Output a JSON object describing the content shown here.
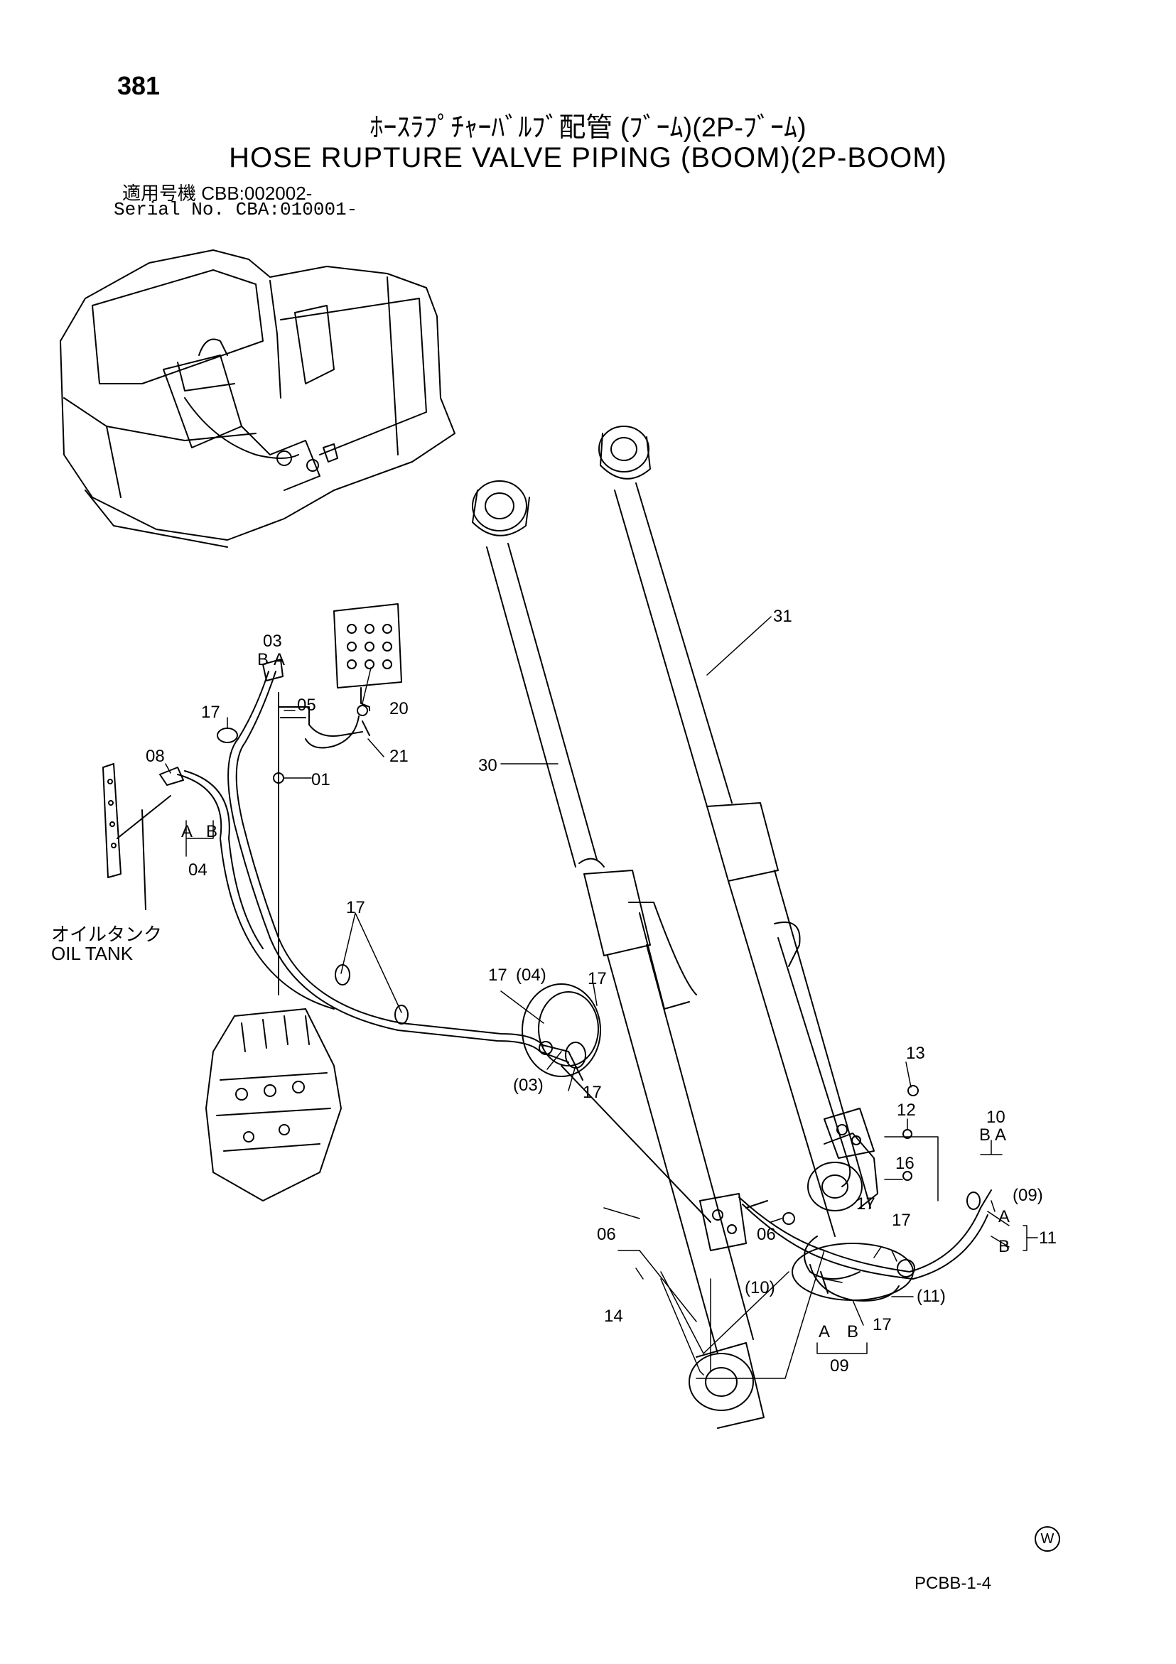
{
  "page_number": "381",
  "title_jp": "ﾎｰｽﾗﾌﾟﾁｬｰﾊﾞﾙﾌﾞ配管 (ﾌﾞｰﾑ)(2P-ﾌﾞｰﾑ)",
  "title_en": "HOSE RUPTURE VALVE PIPING (BOOM)(2P-BOOM)",
  "serial_jp": "適用号機 CBB:002002-",
  "serial_en": "Serial No. CBA:010001-",
  "oil_tank_jp": "オイルタンク",
  "oil_tank_en": "OIL TANK",
  "ref_code": "PCBB-1-4",
  "watermark": "W",
  "labels": {
    "l03": "03",
    "l03_b": "B",
    "l03_a": "A",
    "l05": "05",
    "l20": "20",
    "l21": "21",
    "l01": "01",
    "l17a": "17",
    "l08": "08",
    "l04_a": "A",
    "l04_b": "B",
    "l04": "04",
    "l17b": "17",
    "l30": "30",
    "l31": "31",
    "l17c": "17",
    "l04p": "(04)",
    "l17d": "17",
    "l03p": "(03)",
    "l17e": "17",
    "l13": "13",
    "l12": "12",
    "l10": "10",
    "l10_b": "B",
    "l10_a": "A",
    "l16": "16",
    "l09p": "(09)",
    "l11_a": "A",
    "l11_b": "B",
    "l11": "11",
    "l17f": "17",
    "l17g": "17",
    "l06a": "06",
    "l06b": "06",
    "l14": "14",
    "l10p": "(10)",
    "l11p": "(11)",
    "l17h": "17",
    "l09_a": "A",
    "l09_b": "B",
    "l09": "09"
  }
}
